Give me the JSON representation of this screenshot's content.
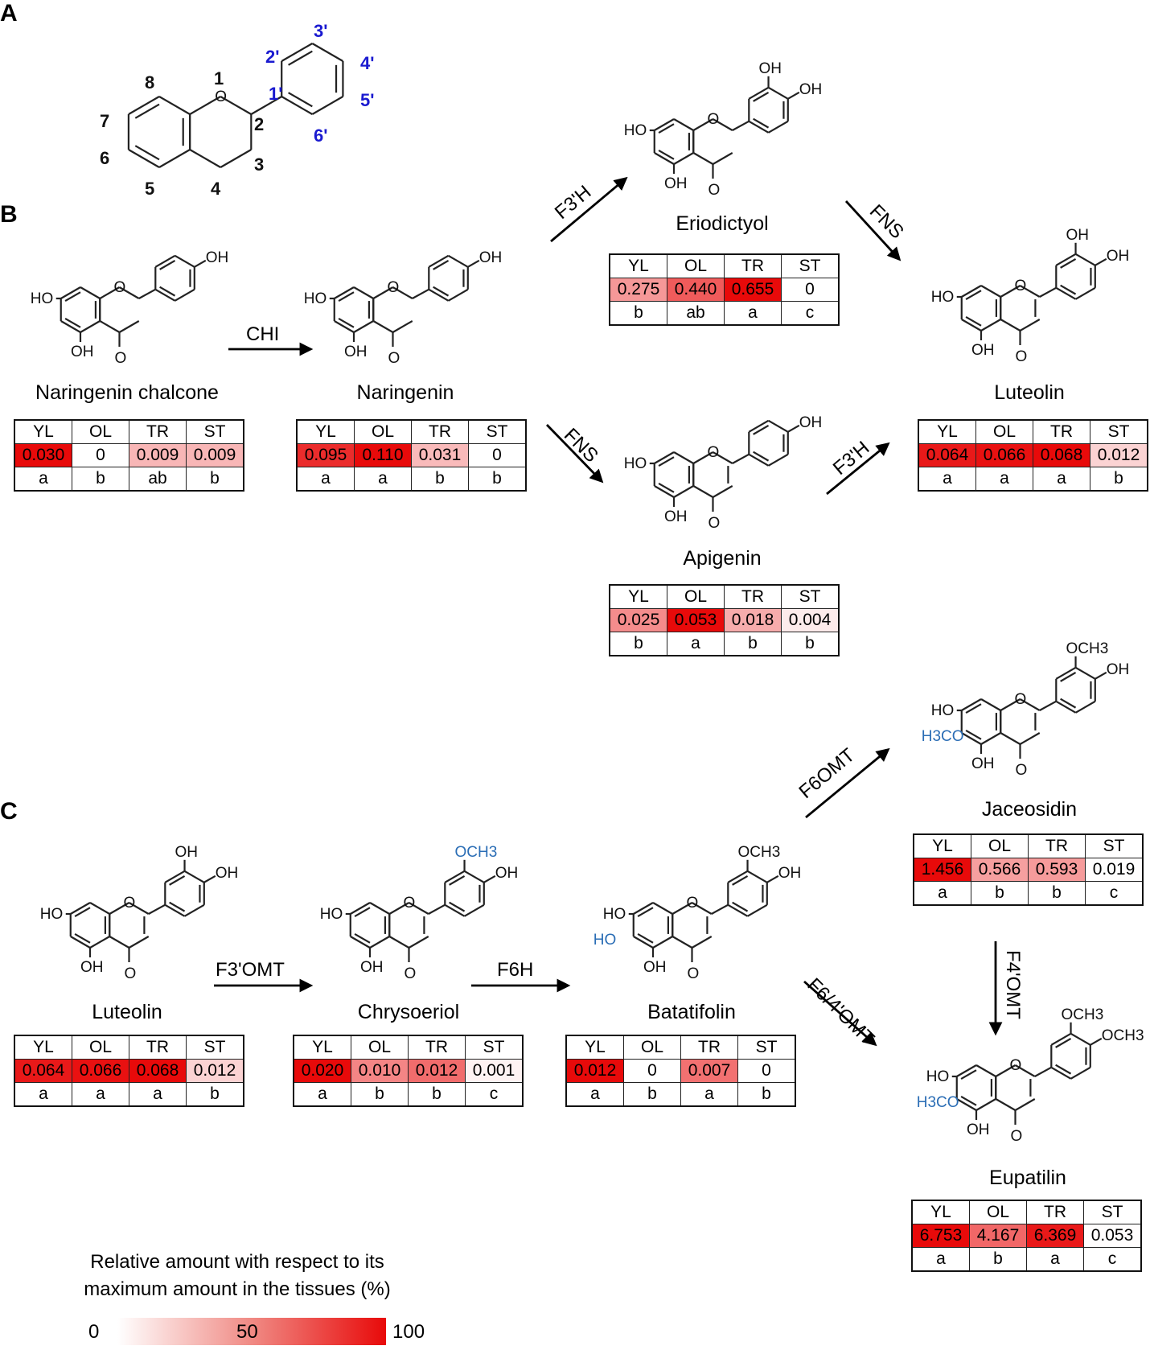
{
  "panels": [
    "A",
    "B",
    "C"
  ],
  "numbering": {
    "ring_a": [
      "1",
      "2",
      "3",
      "4",
      "5",
      "6",
      "7",
      "8"
    ],
    "ring_b": [
      "1'",
      "2'",
      "3'",
      "4'",
      "5'",
      "6'"
    ]
  },
  "columns": [
    "YL",
    "OL",
    "TR",
    "ST"
  ],
  "enzymes": {
    "chi": "CHI",
    "f3h_1": "F3'H",
    "fns_1": "FNS",
    "fns_2": "FNS",
    "f3h_2": "F3'H",
    "f3omt": "F3'OMT",
    "f6h": "F6H",
    "f6omt": "F6OMT",
    "f64omt": "F6/4'OMT",
    "f4omt": "F4'OMT"
  },
  "compounds": [
    {
      "name": "Naringenin chalcone",
      "values": [
        "0.030",
        "0",
        "0.009",
        "0.009"
      ],
      "levels": [
        100,
        0,
        30,
        30
      ],
      "letters": [
        "a",
        "b",
        "ab",
        "b"
      ]
    },
    {
      "name": "Naringenin",
      "values": [
        "0.095",
        "0.110",
        "0.031",
        "0"
      ],
      "levels": [
        86,
        100,
        28,
        0
      ],
      "letters": [
        "a",
        "a",
        "b",
        "b"
      ]
    },
    {
      "name": "Eriodictyol",
      "values": [
        "0.275",
        "0.440",
        "0.655",
        "0"
      ],
      "levels": [
        42,
        67,
        100,
        0
      ],
      "letters": [
        "b",
        "ab",
        "a",
        "c"
      ]
    },
    {
      "name": "Luteolin",
      "values": [
        "0.064",
        "0.066",
        "0.068",
        "0.012"
      ],
      "levels": [
        94,
        97,
        100,
        18
      ],
      "letters": [
        "a",
        "a",
        "a",
        "b"
      ]
    },
    {
      "name": "Apigenin",
      "values": [
        "0.025",
        "0.053",
        "0.018",
        "0.004"
      ],
      "levels": [
        47,
        100,
        34,
        8
      ],
      "letters": [
        "b",
        "a",
        "b",
        "b"
      ]
    },
    {
      "name": "Jaceosidin",
      "values": [
        "1.456",
        "0.566",
        "0.593",
        "0.019"
      ],
      "levels": [
        100,
        39,
        41,
        1
      ],
      "letters": [
        "a",
        "b",
        "b",
        "c"
      ]
    },
    {
      "name": "Luteolin",
      "values": [
        "0.064",
        "0.066",
        "0.068",
        "0.012"
      ],
      "levels": [
        94,
        97,
        100,
        18
      ],
      "letters": [
        "a",
        "a",
        "a",
        "b"
      ]
    },
    {
      "name": "Chrysoeriol",
      "values": [
        "0.020",
        "0.010",
        "0.012",
        "0.001"
      ],
      "levels": [
        100,
        50,
        60,
        5
      ],
      "letters": [
        "a",
        "b",
        "b",
        "c"
      ]
    },
    {
      "name": "Batatifolin",
      "values": [
        "0.012",
        "0",
        "0.007",
        "0"
      ],
      "levels": [
        100,
        0,
        58,
        0
      ],
      "letters": [
        "a",
        "b",
        "a",
        "b"
      ]
    },
    {
      "name": "Eupatilin",
      "values": [
        "6.753",
        "4.167",
        "6.369",
        "0.053"
      ],
      "levels": [
        100,
        62,
        94,
        1
      ],
      "letters": [
        "a",
        "b",
        "a",
        "c"
      ]
    }
  ],
  "legend": {
    "line1": "Relative amount with respect to its",
    "line2": "maximum amount in the tissues (%)",
    "ticks": [
      "0",
      "50",
      "100"
    ]
  },
  "colors": {
    "max": "#e80a0a",
    "mid": "#f08a84",
    "min": "#ffffff",
    "position_blue": "#1a1ad0",
    "substituent_blue": "#2a6db5"
  }
}
